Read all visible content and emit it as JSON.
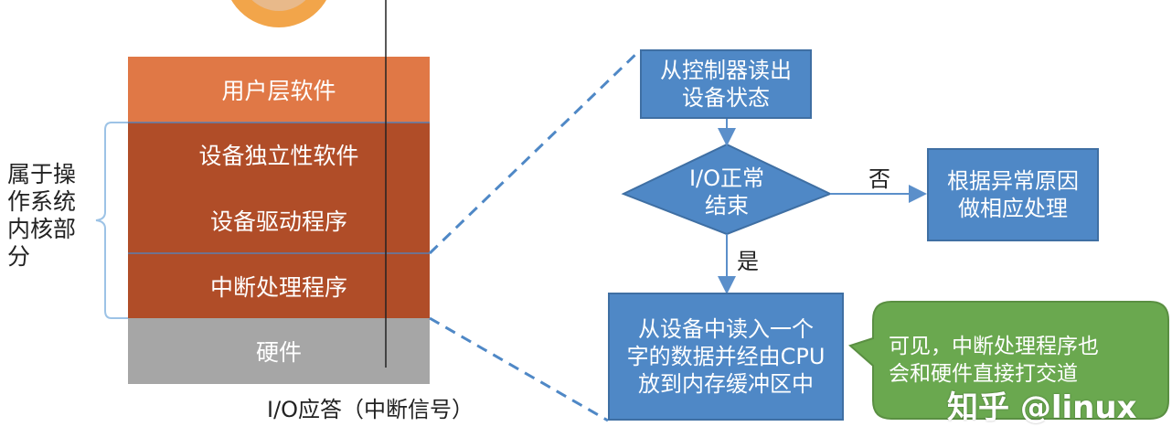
{
  "layers": {
    "user": "用户层软件",
    "independent": "设备独立性软件",
    "driver": "设备驱动程序",
    "interrupt": "中断处理程序",
    "hardware": "硬件"
  },
  "kernel_label": [
    "属于操",
    "作系统",
    "内核部",
    "分"
  ],
  "io_response": "I/O应答（中断信号）",
  "flow": {
    "read_status": [
      "从控制器读出",
      "设备状态"
    ],
    "decision": [
      "I/O正常",
      "结束"
    ],
    "no_label": "否",
    "yes_label": "是",
    "handle_error": [
      "根据异常原因",
      "做相应处理"
    ],
    "read_data": [
      "从设备中读入一个",
      "字的数据并经由CPU",
      "放到内存缓冲区中"
    ]
  },
  "callout": [
    "可见，中断处理程序也",
    "会和硬件直接打交道"
  ],
  "watermark": "知乎 @linux",
  "colors": {
    "user_layer": "#e07846",
    "kernel_layer": "#b04d28",
    "hardware_layer": "#a6a6a6",
    "flow_blue": "#4f88c6",
    "callout_green": "#6aa84f",
    "bracket_blue": "#9dc3e6",
    "dash_blue": "#4f88c6"
  }
}
